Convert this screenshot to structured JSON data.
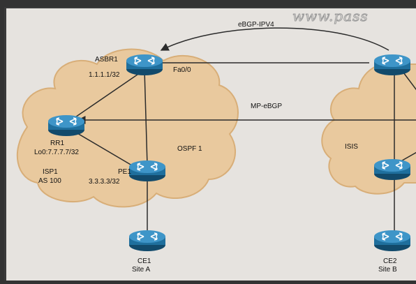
{
  "watermark": "www.pass",
  "links": {
    "ebgp_label": "eBGP-IPV4",
    "mp_ebgp_label": "MP-eBGP"
  },
  "clouds": {
    "ospf_label": "OSPF 1",
    "isis_label": "ISIS",
    "isp1_label": "ISP1",
    "isp1_as": "AS 100"
  },
  "routers": {
    "asbr1": {
      "name": "ASBR1",
      "addr": "1.1.1.1/32",
      "iface": "Fa0/0"
    },
    "rr1": {
      "name": "RR1",
      "addr": "Lo0:7.7.7.7/32"
    },
    "pe1": {
      "name": "PE1",
      "addr": "3.3.3.3/32"
    },
    "ce1": {
      "name": "CE1",
      "site": "Site A"
    },
    "ce2": {
      "name": "CE2",
      "site": "Site B"
    }
  },
  "colors": {
    "router_body": "#1f6f9d",
    "router_top": "#3e95c8",
    "cloud_fill": "#e9c99e",
    "cloud_stroke": "#d8ae78",
    "link": "#2b2b2b"
  }
}
